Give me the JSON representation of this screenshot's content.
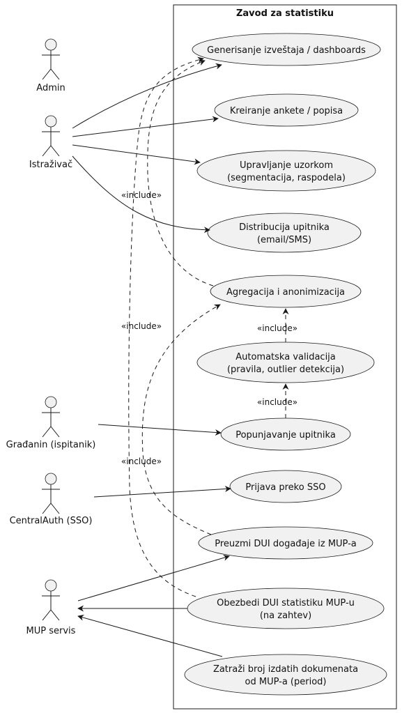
{
  "system": {
    "title": "Zavod za statistiku"
  },
  "actors": {
    "admin": "Admin",
    "istrazivac": "Istraživač",
    "gradjanin": "Građanin (ispitanik)",
    "centralauth": "CentralAuth (SSO)",
    "mup": "MUP servis"
  },
  "use_cases": {
    "generisanje": [
      "Generisanje izveštaja / dashboards"
    ],
    "kreiranje": [
      "Kreiranje ankete / popisa"
    ],
    "upravljanje": [
      "Upravljanje uzorkom",
      "(segmentacija, raspodela)"
    ],
    "distribucija": [
      "Distribucija upitnika",
      "(email/SMS)"
    ],
    "agregacija": [
      "Agregacija i anonimizacija"
    ],
    "validacija": [
      "Automatska validacija",
      "(pravila, outlier detekcija)"
    ],
    "popunjavanje": [
      "Popunjavanje upitnika"
    ],
    "prijava": [
      "Prijava preko SSO"
    ],
    "preuzmi": [
      "Preuzmi DUI događaje iz MUP-a"
    ],
    "obezbedi": [
      "Obezbedi DUI statistiku MUP-u",
      "(na zahtev)"
    ],
    "zatrazi": [
      "Zatraži broj izdatih dokumenata",
      "od MUP-a (period)"
    ]
  },
  "include_label": "«include»"
}
